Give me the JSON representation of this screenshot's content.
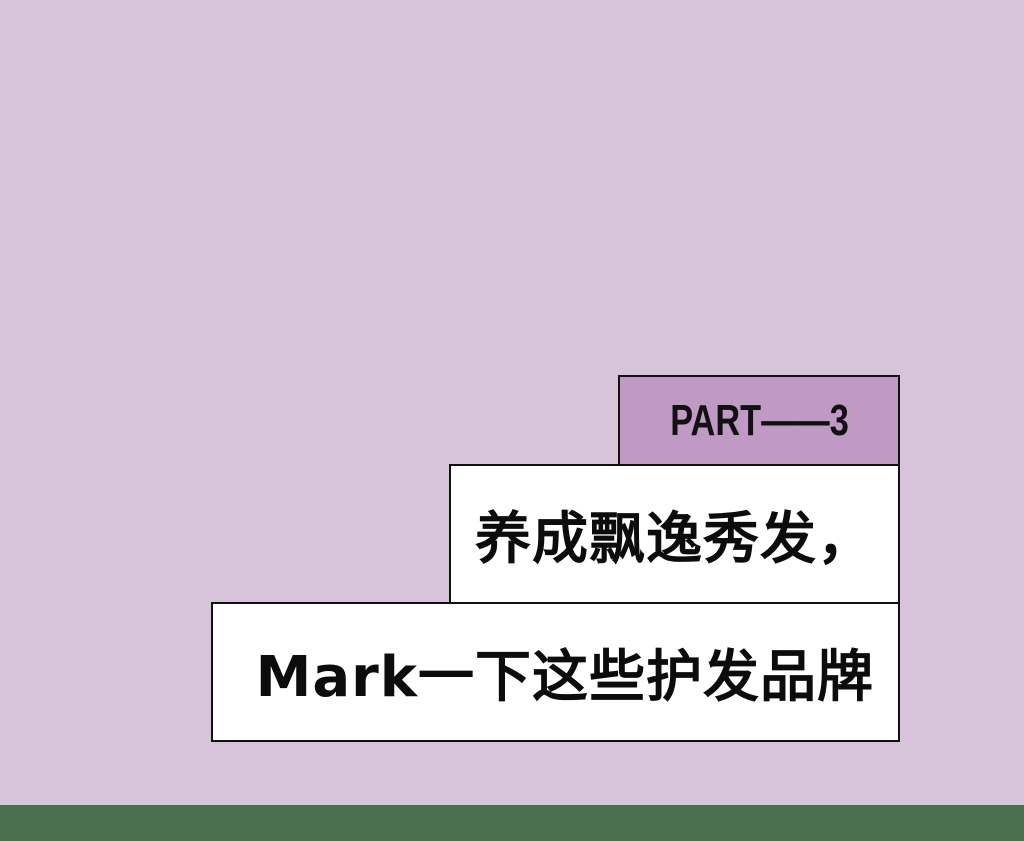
{
  "banner": {
    "part_label": "PART——3",
    "headline_line1": "养成飘逸秀发，",
    "headline_line2": "Mark一下这些护发品牌"
  },
  "colors": {
    "background": "#d7c3da",
    "part_box": "#c09ac5",
    "text_box": "#ffffff",
    "border": "#111111",
    "bottom_bar": "#4a704d"
  }
}
